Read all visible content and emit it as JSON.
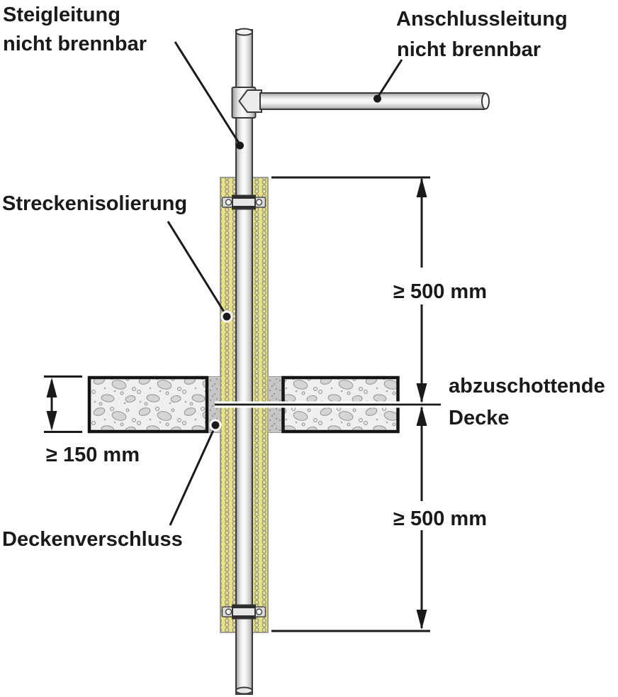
{
  "labels": {
    "riser": {
      "line1": "Steigleitung",
      "line2": "nicht brennbar"
    },
    "connection": {
      "line1": "Anschlussleitung",
      "line2": "nicht brennbar"
    },
    "insulation": "Streckenisolierung",
    "ceiling": {
      "line1": "abzuschottende",
      "line2": "Decke"
    },
    "ceiling_seal": "Deckenverschluss"
  },
  "dimensions": {
    "above_ceiling": "≥ 500 mm",
    "below_ceiling": "≥ 500 mm",
    "ceiling_thickness": "≥ 150 mm"
  },
  "colors": {
    "line_black": "#1a1a1a",
    "insulation_yellow": "#eae37b",
    "insulation_pattern_gray": "#949494",
    "pipe_light_gray": "#e8e8e8",
    "pipe_outline": "#3a3a3a",
    "concrete_light": "#efefef",
    "concrete_blob": "#d5d5d5",
    "mortar_gray": "#c6c6c6"
  }
}
